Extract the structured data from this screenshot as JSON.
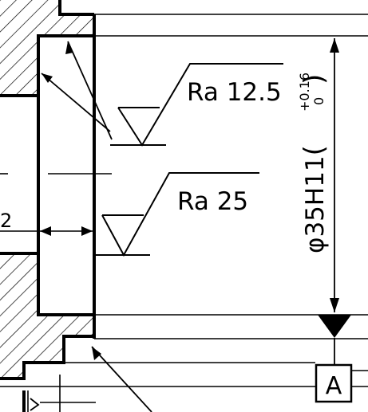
{
  "drawing": {
    "roughness_callouts": [
      {
        "label": "Ra 12.5"
      },
      {
        "label": "Ra 25"
      }
    ],
    "dimension": {
      "prefix": "φ35H11",
      "tolerance_upper": "+0.16",
      "tolerance_lower": "0"
    },
    "datum": {
      "label": "A"
    },
    "edge_fragment": "2",
    "colors": {
      "ink": "#000000",
      "paper": "#ffffff"
    }
  }
}
